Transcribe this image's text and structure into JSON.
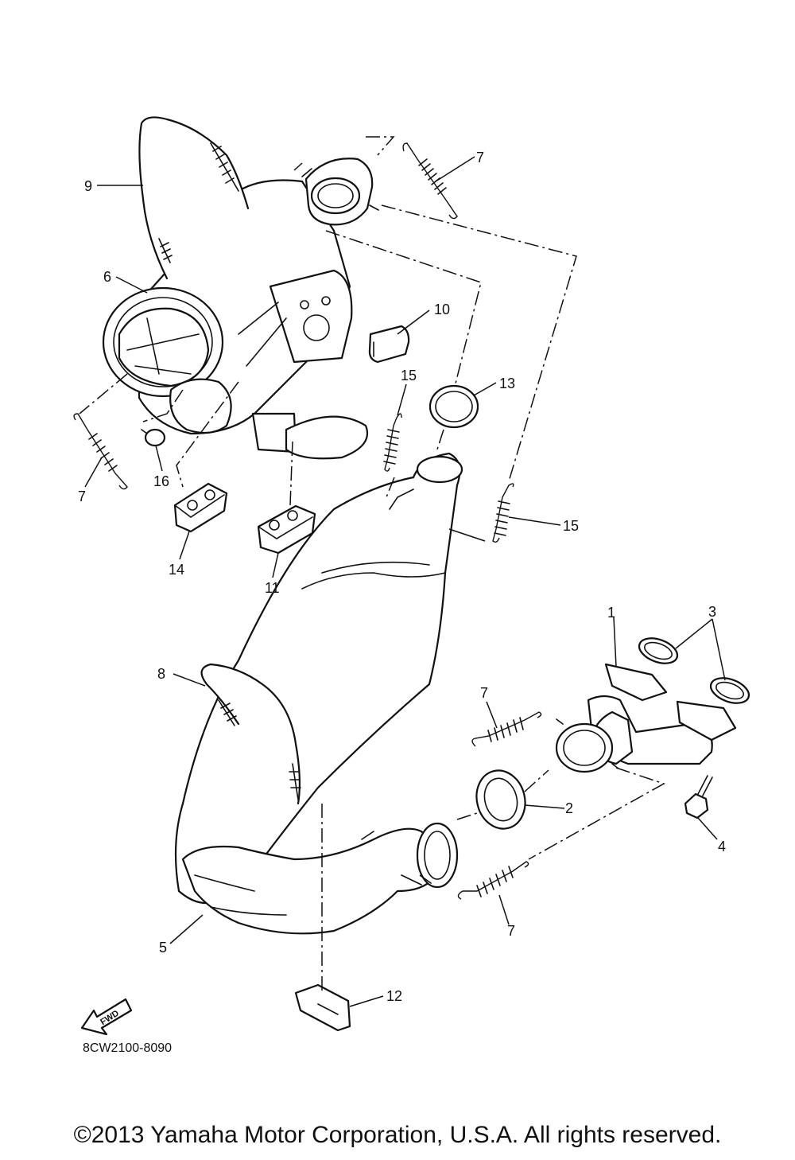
{
  "diagram_code": "8CW2100-8090",
  "fwd_label": "FWD",
  "copyright": "©2013 Yamaha Motor Corporation, U.S.A. All rights reserved.",
  "callouts": {
    "c1": "1",
    "c2": "2",
    "c3": "3",
    "c4": "4",
    "c5": "5",
    "c6": "6",
    "c7a": "7",
    "c7b": "7",
    "c7c": "7",
    "c7d": "7",
    "c8": "8",
    "c9": "9",
    "c10": "10",
    "c11": "11",
    "c12": "12",
    "c13": "13",
    "c14": "14",
    "c15a": "15",
    "c15b": "15",
    "c16": "16"
  }
}
